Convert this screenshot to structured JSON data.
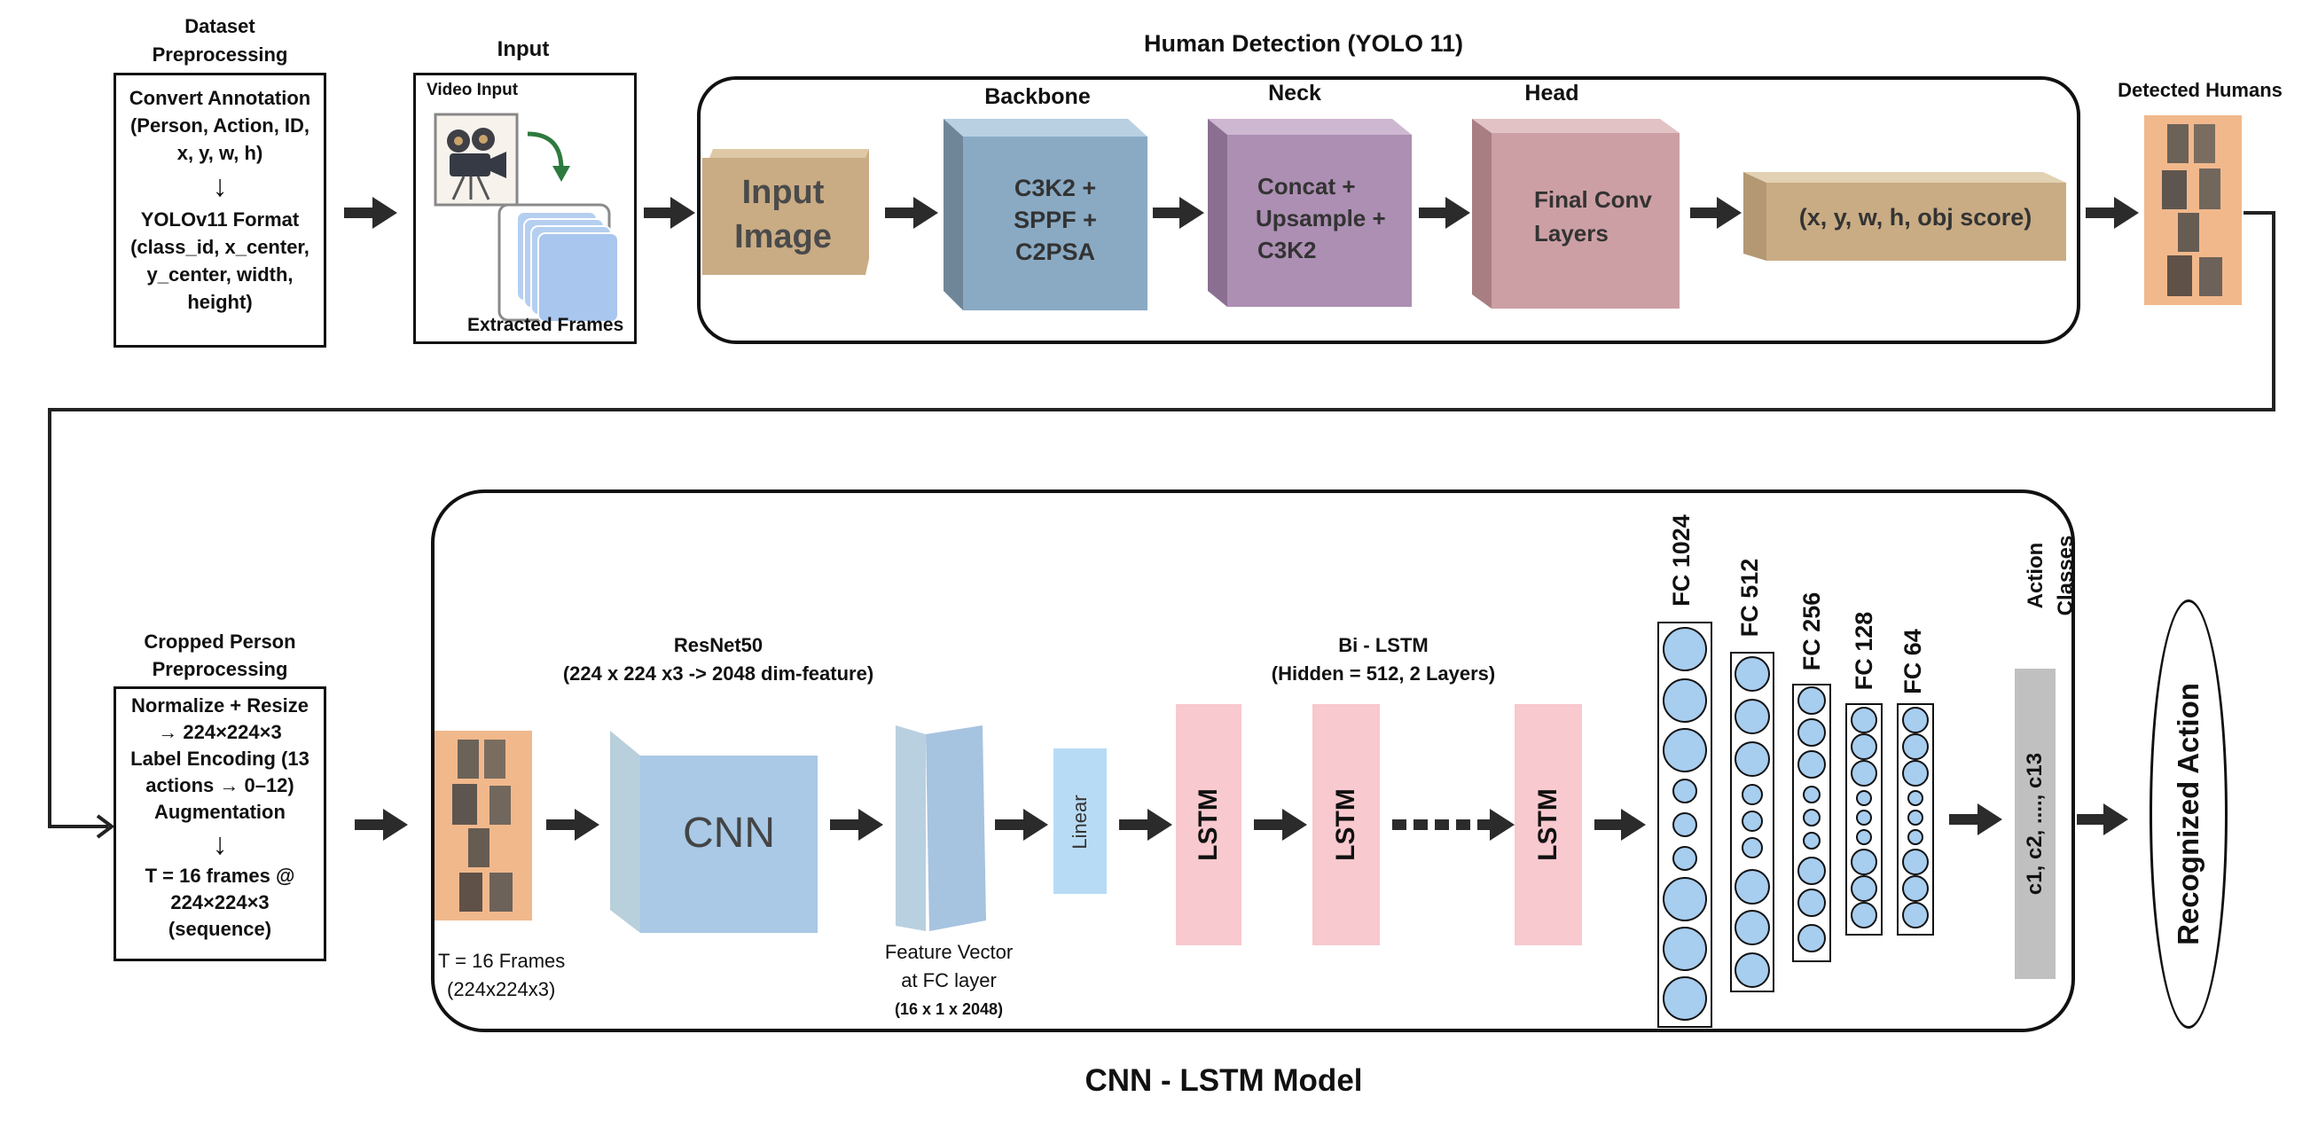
{
  "top": {
    "preprocessing": {
      "title_lines": [
        "Dataset",
        "Preprocessing"
      ],
      "box_lines": [
        "Convert Annotation",
        "(Person, Action, ID,",
        "x, y, w, h)",
        "↓",
        "YOLOv11 Format",
        "(class_id, x_center,",
        "y_center, width,",
        "height)"
      ]
    },
    "input": {
      "title": "Input",
      "video_label": "Video Input",
      "frames_label": "Extracted Frames"
    },
    "yolo": {
      "title": "Human Detection (YOLO 11)",
      "input_image_lines": [
        "Input",
        "Image"
      ],
      "backbone_title": "Backbone",
      "backbone_lines": [
        "C3K2 +",
        "SPPF +",
        "C2PSA"
      ],
      "neck_title": "Neck",
      "neck_lines": [
        "Concat +",
        "Upsample +",
        "C3K2"
      ],
      "head_title": "Head",
      "head_lines": [
        "Final Conv",
        "Layers"
      ],
      "output_text": "(x, y, w, h, obj score)"
    },
    "detected": {
      "title": "Detected Humans"
    }
  },
  "bottom": {
    "crop": {
      "title_lines": [
        "Cropped Person",
        "Preprocessing"
      ],
      "box_lines": [
        "Normalize + Resize",
        "→ 224×224×3",
        "Label Encoding (13",
        "actions → 0–12)",
        "Augmentation",
        "↓",
        "T = 16 frames @",
        "224×224×3",
        "(sequence)"
      ]
    },
    "frames_caption_lines": [
      "T = 16 Frames",
      "(224x224x3)"
    ],
    "resnet": {
      "title_lines": [
        "ResNet50",
        "(224 x 224 x3 -> 2048 dim-feature)"
      ],
      "cnn_label": "CNN"
    },
    "feature": {
      "caption_lines": [
        "Feature Vector",
        "at FC layer"
      ],
      "dims": "(16 x 1 x 2048)"
    },
    "linear_label": "Linear",
    "bilstm": {
      "title_lines": [
        "Bi - LSTM",
        "(Hidden = 512, 2 Layers)"
      ],
      "cell_label": "LSTM"
    },
    "fc_layers": [
      {
        "label": "FC 1024"
      },
      {
        "label": "FC 512"
      },
      {
        "label": "FC 256"
      },
      {
        "label": "FC 128"
      },
      {
        "label": "FC 64"
      }
    ],
    "action_classes": {
      "title": "Action Classes",
      "text": "c1, c2, ...., c13"
    },
    "recognized": "Recognized Action",
    "model_title": "CNN - LSTM Model"
  },
  "colors": {
    "tan": "#c9ac84",
    "blue_cube": "#8aaac4",
    "purple_cube": "#ad8fb3",
    "pink_cube": "#cc9fa4",
    "lstm_pink": "#f8c9ce",
    "linear_blue": "#b8dbf5",
    "cnn_blue": "#a9c9e6",
    "circle_fill": "#a7cdef",
    "thumb_bg": "#f1b88c",
    "class_bar": "#c0c0c0"
  }
}
